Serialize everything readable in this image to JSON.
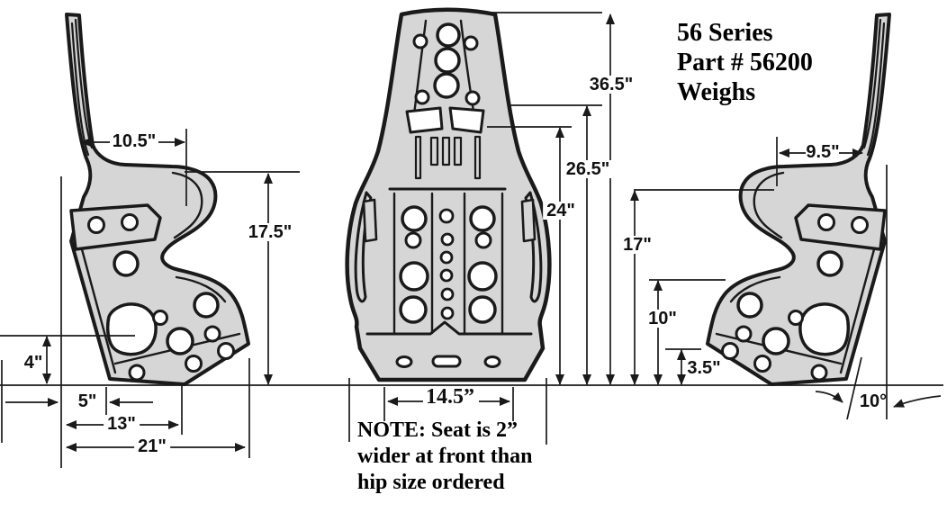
{
  "colors": {
    "background": "#ffffff",
    "line": "#1a1a1a",
    "seat_fill": "#d6d6d6",
    "hole_fill": "#ffffff"
  },
  "title_block": {
    "series": "56 Series",
    "part": "Part # 56200",
    "weight": "Weighs"
  },
  "note": {
    "line1": "NOTE:  Seat is 2”",
    "line2": "wider at front than",
    "line3": "hip size ordered"
  },
  "dimensions": {
    "left_top_width": "10.5\"",
    "left_back_height": "17.5\"",
    "left_rear_rise": "4\"",
    "left_rear_offset": "5\"",
    "left_base_length": "13\"",
    "left_overall_length": "21\"",
    "overall_height": "36.5\"",
    "shoulder_height": "26.5\"",
    "belt_slot_height": "24\"",
    "front_width": "14.5”",
    "right_back_height": "17\"",
    "right_hip_height": "10\"",
    "right_rail_height": "3.5\"",
    "right_top_width": "9.5\"",
    "back_angle": "10°"
  }
}
